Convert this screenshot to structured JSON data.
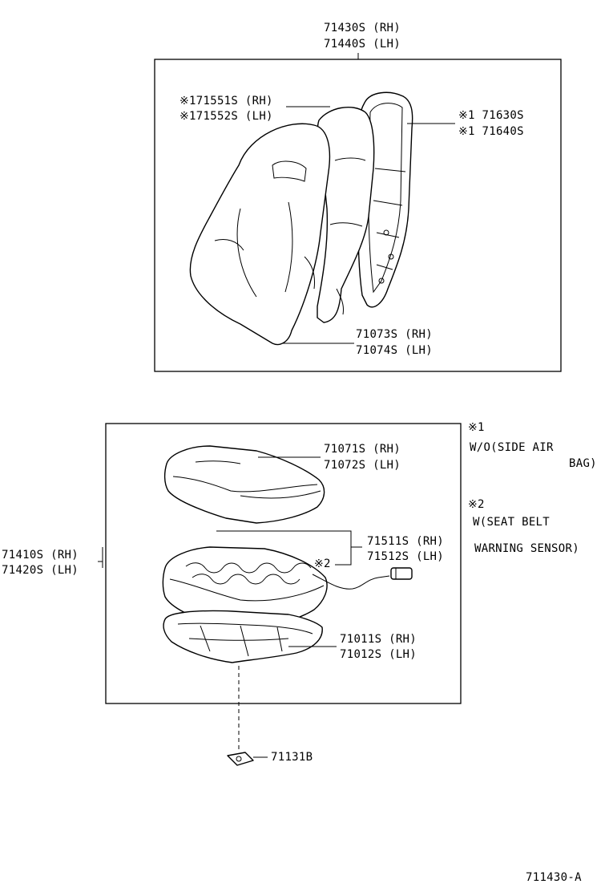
{
  "seatback_assy": {
    "rh": "71430S (RH)",
    "lh": "71440S (LH)"
  },
  "seatback_cover": {
    "rh": "※171551S (RH)",
    "lh": "※171552S (LH)"
  },
  "seatback_frame": {
    "rh": "※1 71630S",
    "lh": "※1 71640S"
  },
  "seatback_pad": {
    "rh": "71073S (RH)",
    "lh": "71074S (LH)"
  },
  "cushion_assy": {
    "rh": "71410S (RH)",
    "lh": "71420S (LH)"
  },
  "cushion_cover": {
    "rh": "71071S (RH)",
    "lh": "71072S (LH)"
  },
  "cushion_sensor": {
    "rh": "71511S (RH)",
    "lh": "71512S (LH)",
    "marker": "※2"
  },
  "cushion_frame": {
    "rh": "71011S (RH)",
    "lh": "71012S (LH)"
  },
  "clip": {
    "part": "71131B"
  },
  "notes": {
    "note1_marker": "※1",
    "note1_line1": "W/O(SIDE AIR",
    "note1_line2": "BAG)",
    "note2_marker": "※2",
    "note2_line1": "W(SEAT BELT",
    "note2_line2": "WARNING SENSOR)"
  },
  "figure_id": "711430-A"
}
